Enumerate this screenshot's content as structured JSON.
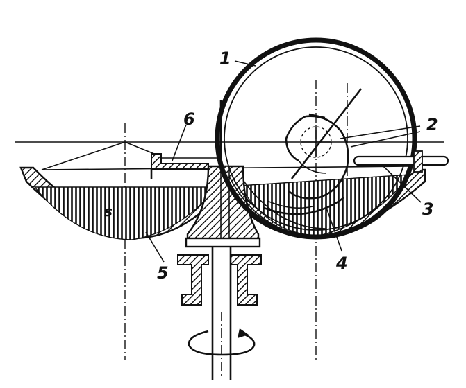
{
  "labels": {
    "part1": "1",
    "part2": "2",
    "part3": "3",
    "part4": "4",
    "part5": "5",
    "part6": "6",
    "material_s": "s"
  }
}
